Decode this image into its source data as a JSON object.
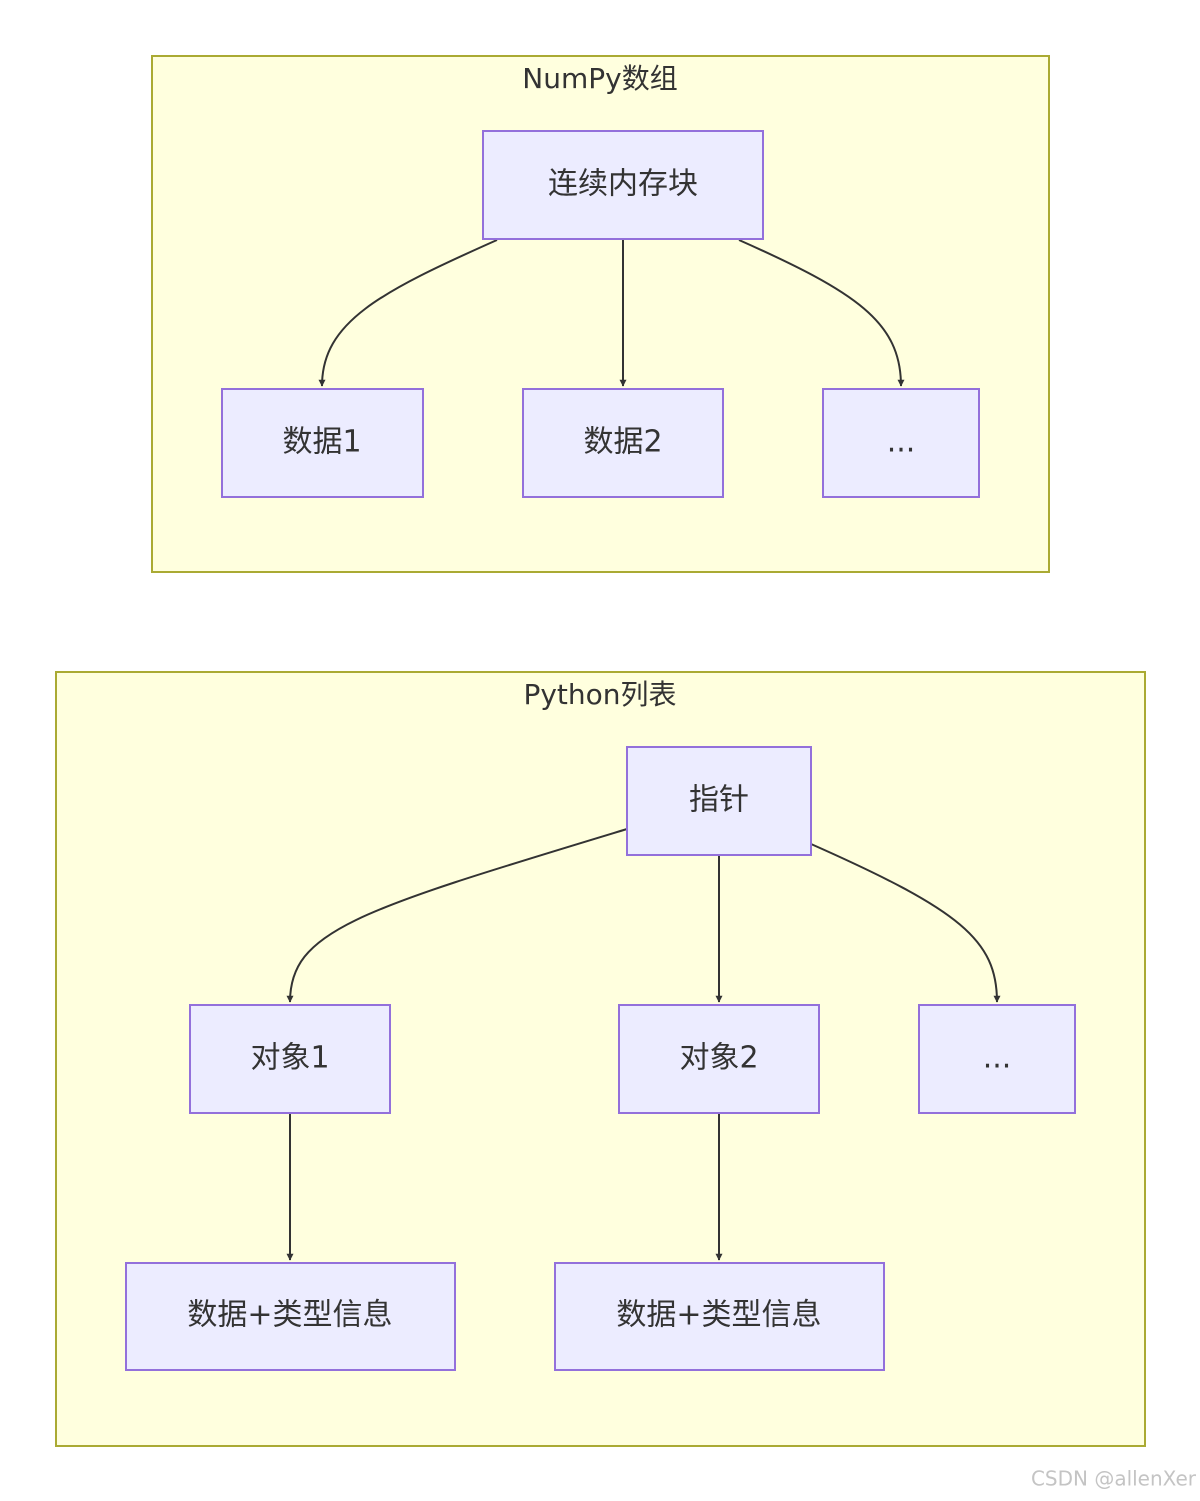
{
  "clusters": {
    "numpy": {
      "title": "NumPy数组"
    },
    "pylist": {
      "title": "Python列表"
    }
  },
  "nodes": {
    "contiguous_block": "连续内存块",
    "data1": "数据1",
    "data2": "数据2",
    "np_ellipsis": "...",
    "pointer": "指针",
    "object1": "对象1",
    "object2": "对象2",
    "py_ellipsis": "...",
    "data_type_info_1": "数据+类型信息",
    "data_type_info_2": "数据+类型信息"
  },
  "edges": [
    {
      "from": "contiguous_block",
      "to": "data1"
    },
    {
      "from": "contiguous_block",
      "to": "data2"
    },
    {
      "from": "contiguous_block",
      "to": "np_ellipsis"
    },
    {
      "from": "pointer",
      "to": "object1"
    },
    {
      "from": "pointer",
      "to": "object2"
    },
    {
      "from": "pointer",
      "to": "py_ellipsis"
    },
    {
      "from": "object1",
      "to": "data_type_info_1"
    },
    {
      "from": "object2",
      "to": "data_type_info_2"
    }
  ],
  "colors": {
    "cluster_fill": "#ffffde",
    "cluster_stroke": "#aaaa33",
    "node_fill": "#ececff",
    "node_stroke": "#9370db",
    "edge": "#333333",
    "text": "#333333"
  },
  "watermark": "CSDN @allenXer"
}
